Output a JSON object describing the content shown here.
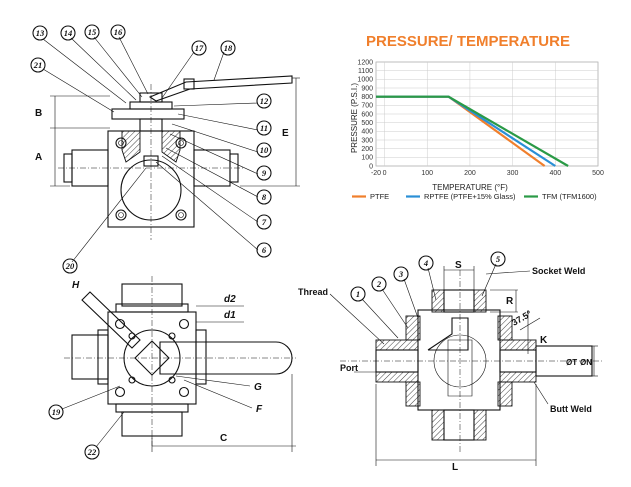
{
  "callouts_top_left": [
    "13",
    "14",
    "15",
    "16",
    "17",
    "18",
    "21",
    "12",
    "11",
    "10",
    "9",
    "8",
    "7",
    "6",
    "20"
  ],
  "callouts_bottom_left": [
    "19",
    "22"
  ],
  "callouts_bottom_right": [
    "1",
    "2",
    "3",
    "4",
    "5"
  ],
  "dims_top_left": {
    "b": "B",
    "a": "A",
    "e": "E"
  },
  "dims_bottom_left": {
    "h": "H",
    "d2": "d2",
    "d1": "d1",
    "g": "G",
    "f": "F",
    "c": "C"
  },
  "labels_bottom_right": {
    "thread": "Thread",
    "port": "Port",
    "socket_weld": "Socket Weld",
    "butt_weld": "Butt Weld",
    "s": "S",
    "r": "R",
    "k": "K",
    "angle": "37.5°",
    "od": "ØT",
    "id": "ØN",
    "l": "L"
  },
  "colors": {
    "title": "#f07f2c",
    "ptfe": "#f07f2c",
    "rptfe": "#2a8fd6",
    "tfm": "#2a9a46",
    "grid": "#cccccc"
  },
  "chart_data": {
    "type": "line",
    "title": "PRESSURE/ TEMPERATURE",
    "xlabel": "TEMPERATURE (°F)",
    "ylabel": "PRESSURE (P.S.I.)",
    "xlim": [
      -20,
      500
    ],
    "ylim": [
      0,
      1200
    ],
    "x_ticks": [
      "-20",
      "0",
      "100",
      "200",
      "300",
      "400",
      "500"
    ],
    "x_tick_values": [
      -20,
      0,
      100,
      200,
      300,
      400,
      500
    ],
    "y_ticks": [
      "0",
      "100",
      "200",
      "300",
      "400",
      "500",
      "600",
      "700",
      "800",
      "900",
      "1000",
      "1100",
      "1200"
    ],
    "y_tick_values": [
      0,
      100,
      200,
      300,
      400,
      500,
      600,
      700,
      800,
      900,
      1000,
      1100,
      1200
    ],
    "grid": true,
    "legend_placement": "bottom",
    "series": [
      {
        "name": "PTFE",
        "x": [
          -20,
          150,
          375
        ],
        "y": [
          800,
          800,
          0
        ]
      },
      {
        "name": "RPTFE (PTFE+15% Glass)",
        "x": [
          -20,
          150,
          400
        ],
        "y": [
          800,
          800,
          0
        ]
      },
      {
        "name": "TFM (TFM1600)",
        "x": [
          -20,
          150,
          430
        ],
        "y": [
          800,
          800,
          0
        ]
      }
    ]
  }
}
